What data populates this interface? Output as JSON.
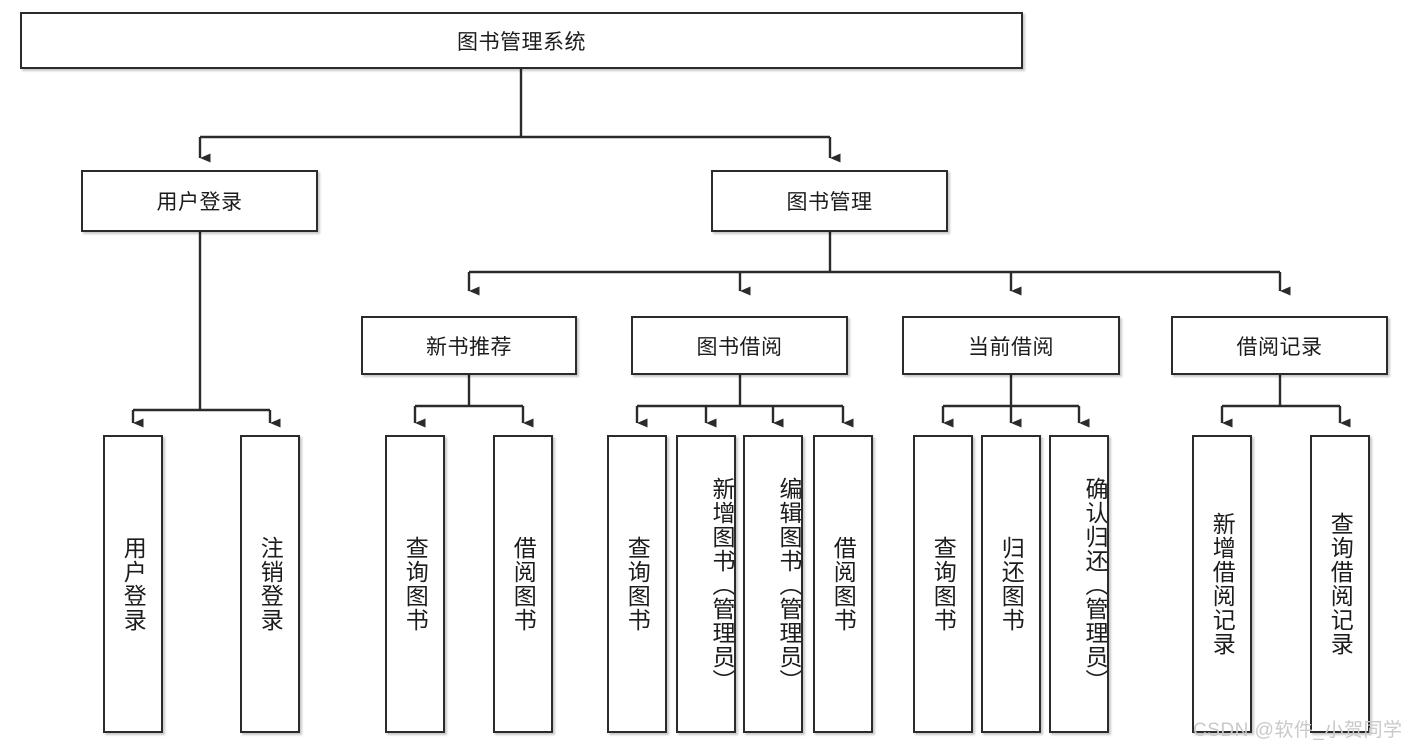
{
  "diagram": {
    "type": "tree-hierarchy",
    "title": "图书管理系统",
    "colors": {
      "box_border": "#2b2b2b",
      "box_fill": "#ffffff",
      "connector": "#2b2b2b",
      "text": "#1c1c1c",
      "watermark": "#c9c9c9",
      "background": "#ffffff"
    },
    "root": {
      "label": "图书管理系统",
      "orientation": "horizontal"
    },
    "level2": [
      {
        "label": "用户登录",
        "orientation": "horizontal"
      },
      {
        "label": "图书管理",
        "orientation": "horizontal"
      }
    ],
    "level3": [
      {
        "label": "新书推荐",
        "orientation": "horizontal",
        "parent": "图书管理"
      },
      {
        "label": "图书借阅",
        "orientation": "horizontal",
        "parent": "图书管理"
      },
      {
        "label": "当前借阅",
        "orientation": "horizontal",
        "parent": "图书管理"
      },
      {
        "label": "借阅记录",
        "orientation": "horizontal",
        "parent": "图书管理"
      }
    ],
    "leaves": [
      {
        "label": "用户登录",
        "parent": "用户登录",
        "orientation": "vertical",
        "align": "center"
      },
      {
        "label": "注销登录",
        "parent": "用户登录",
        "orientation": "vertical",
        "align": "center"
      },
      {
        "label": "查询图书",
        "parent": "新书推荐",
        "orientation": "vertical",
        "align": "center"
      },
      {
        "label": "借阅图书",
        "parent": "新书推荐",
        "orientation": "vertical",
        "align": "center"
      },
      {
        "label": "查询图书",
        "parent": "图书借阅",
        "orientation": "vertical",
        "align": "center"
      },
      {
        "label": "新增图书（管理员）",
        "parent": "图书借阅",
        "orientation": "vertical",
        "align": "top"
      },
      {
        "label": "编辑图书（管理员）",
        "parent": "图书借阅",
        "orientation": "vertical",
        "align": "top"
      },
      {
        "label": "借阅图书",
        "parent": "图书借阅",
        "orientation": "vertical",
        "align": "center"
      },
      {
        "label": "查询图书",
        "parent": "当前借阅",
        "orientation": "vertical",
        "align": "center"
      },
      {
        "label": "归还图书",
        "parent": "当前借阅",
        "orientation": "vertical",
        "align": "center"
      },
      {
        "label": "确认归还（管理员）",
        "parent": "当前借阅",
        "orientation": "vertical",
        "align": "top"
      },
      {
        "label": "新增借阅记录",
        "parent": "借阅记录",
        "orientation": "vertical",
        "align": "center"
      },
      {
        "label": "查询借阅记录",
        "parent": "借阅记录",
        "orientation": "vertical",
        "align": "center"
      }
    ],
    "watermark": "CSDN @软件_小贺同学"
  }
}
